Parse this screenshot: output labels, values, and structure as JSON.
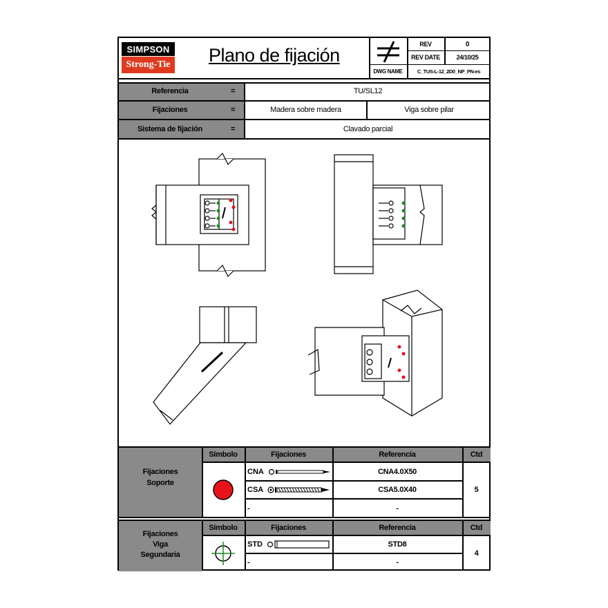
{
  "logo": {
    "line1": "SIMPSON",
    "line2": "Strong-Tie"
  },
  "header": {
    "title": "Plano de fijación",
    "rev_label": "REV",
    "rev_value": "0",
    "rev_date_label": "REV DATE",
    "rev_date_value": "24/10/25",
    "dwg_name_label": "DWG NAME",
    "dwg_name_value": "C_TUS-L-12_2D0_NP_PN-es"
  },
  "info": {
    "referencia_label": "Referencia",
    "referencia_value": "TU/SL12",
    "fijaciones_label": "Fijaciones",
    "fijaciones_value1": "Madera sobre madera",
    "fijaciones_value2": "Viga sobre pilar",
    "sistema_label": "Sistema de fijación",
    "sistema_value": "Clavado parcial",
    "equals": "="
  },
  "table_soporte": {
    "group_label_1": "Fijaciones",
    "group_label_2": "Soporte",
    "col_simbolo": "Símbolo",
    "col_fijaciones": "Fijaciones",
    "col_referencia": "Referencia",
    "col_ctd": "Ctd",
    "rows": [
      {
        "fix": "CNA",
        "ref": "CNA4.0X50"
      },
      {
        "fix": "CSA",
        "ref": "CSA5.0X40"
      },
      {
        "fix": "-",
        "ref": "-"
      }
    ],
    "ctd": "5",
    "symbol_color": "#e8121b"
  },
  "table_viga": {
    "group_label_1": "Fijaciones",
    "group_label_2": "Viga",
    "group_label_3": "Segundaria",
    "col_simbolo": "Símbolo",
    "col_fijaciones": "Fijaciones",
    "col_referencia": "Referencia",
    "col_ctd": "Ctd",
    "rows": [
      {
        "fix": "STD",
        "ref": "STD8"
      },
      {
        "fix": "-",
        "ref": "-"
      }
    ],
    "ctd": "4",
    "symbol_color": "#1f8a1f"
  }
}
